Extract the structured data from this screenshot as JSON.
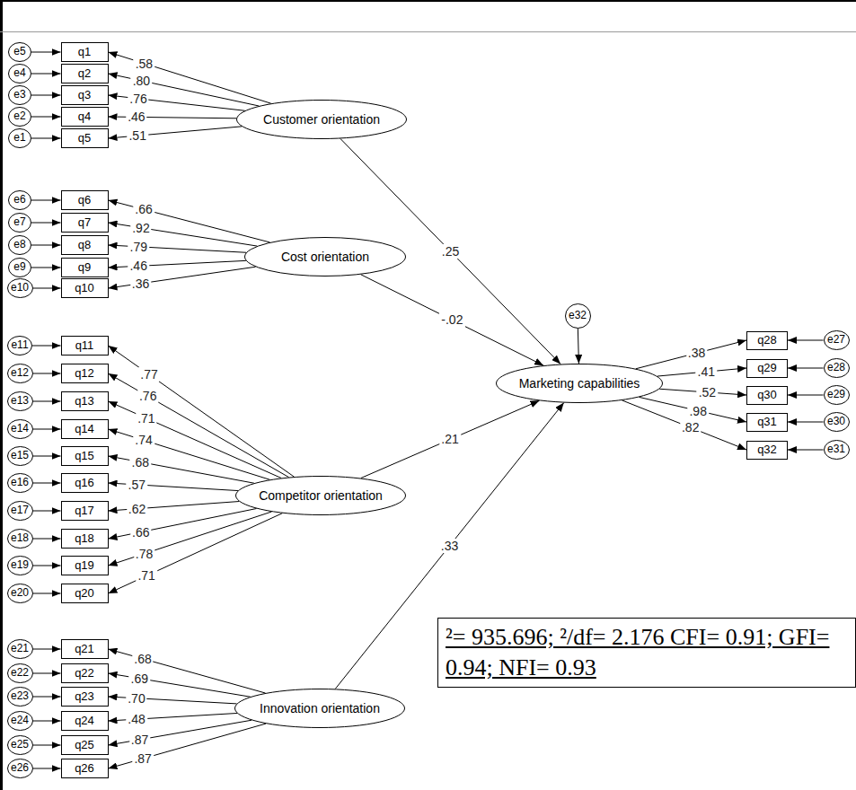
{
  "diagram": {
    "nodes": [
      {
        "text": [
          "q1"
        ]
      },
      {
        "text": [
          "q2"
        ]
      },
      {
        "text": [
          "q3"
        ]
      },
      {
        "text": [
          "q4"
        ]
      },
      {
        "text": [
          "q5"
        ]
      },
      {
        "text": [
          "q6"
        ]
      },
      {
        "text": [
          "q7"
        ]
      },
      {
        "text": [
          "q8"
        ]
      },
      {
        "text": [
          "q9"
        ]
      },
      {
        "text": [
          "q10"
        ]
      },
      {
        "text": [
          "q11"
        ]
      },
      {
        "text": [
          "q12"
        ]
      },
      {
        "text": [
          "q13"
        ]
      },
      {
        "text": [
          "q14"
        ]
      },
      {
        "text": [
          "q15"
        ]
      },
      {
        "text": [
          "q16"
        ]
      },
      {
        "text": [
          "q17"
        ]
      },
      {
        "text": [
          "q18"
        ]
      },
      {
        "text": [
          "q19"
        ]
      },
      {
        "text": [
          "q20"
        ]
      },
      {
        "text": [
          "q21"
        ]
      },
      {
        "text": [
          "q22"
        ]
      },
      {
        "text": [
          "q23"
        ]
      },
      {
        "text": [
          "q24"
        ]
      },
      {
        "text": [
          "q25"
        ]
      },
      {
        "text": [
          "q26"
        ]
      },
      {
        "text": [
          "e5"
        ]
      },
      {
        "text": [
          "e4"
        ]
      },
      {
        "text": [
          "e3"
        ]
      },
      {
        "text": [
          "e2"
        ]
      },
      {
        "text": [
          "e1"
        ]
      },
      {
        "text": [
          "e6"
        ]
      },
      {
        "text": [
          "e7"
        ]
      },
      {
        "text": [
          "e8"
        ]
      },
      {
        "text": [
          "e9"
        ]
      },
      {
        "text": [
          "e10"
        ]
      },
      {
        "text": [
          "e11"
        ]
      },
      {
        "text": [
          "e12"
        ]
      },
      {
        "text": [
          "e13"
        ]
      },
      {
        "text": [
          "e14"
        ]
      },
      {
        "text": [
          "e15"
        ]
      },
      {
        "text": [
          "e16"
        ]
      },
      {
        "text": [
          "e17"
        ]
      },
      {
        "text": [
          "e18"
        ]
      },
      {
        "text": [
          "e19"
        ]
      },
      {
        "text": [
          "e20"
        ]
      },
      {
        "text": [
          "e21"
        ]
      },
      {
        "text": [
          "e22"
        ]
      },
      {
        "text": [
          "e23"
        ]
      },
      {
        "text": [
          "e24"
        ]
      },
      {
        "text": [
          "e25"
        ]
      },
      {
        "text": [
          "e26"
        ]
      },
      {
        "text": [
          "Customer orientation"
        ]
      },
      {
        "text": [
          "Cost orientation"
        ]
      },
      {
        "text": [
          "Competitor orientation"
        ]
      },
      {
        "text": [
          "Innovation orientation"
        ]
      },
      {
        "text": [
          "e32"
        ]
      },
      {
        "text": [
          "Marketing capabilities"
        ]
      },
      {
        "text": [
          "q28"
        ]
      },
      {
        "text": [
          "q29"
        ]
      },
      {
        "text": [
          "q30"
        ]
      },
      {
        "text": [
          "q31"
        ]
      },
      {
        "text": [
          "q32"
        ]
      },
      {
        "text": [
          "e27"
        ]
      },
      {
        "text": [
          "e28"
        ]
      },
      {
        "text": [
          "e29"
        ]
      },
      {
        "text": [
          "e30"
        ]
      },
      {
        "text": [
          "e31"
        ]
      },
      {
        "text": [
          "²= 935.696; ²/df= 2.176 CFI= 0.91; GFI= 0.94; NFI= 0.93"
        ]
      }
    ],
    "edges": [
      {
        "from": 26,
        "to": 0,
        "arrow": "to"
      },
      {
        "from": 27,
        "to": 1,
        "arrow": "to"
      },
      {
        "from": 28,
        "to": 2,
        "arrow": "to"
      },
      {
        "from": 29,
        "to": 3,
        "arrow": "to"
      },
      {
        "from": 30,
        "to": 4,
        "arrow": "to"
      },
      {
        "from": 31,
        "to": 5,
        "arrow": "to"
      },
      {
        "from": 32,
        "to": 6,
        "arrow": "to"
      },
      {
        "from": 33,
        "to": 7,
        "arrow": "to"
      },
      {
        "from": 34,
        "to": 8,
        "arrow": "to"
      },
      {
        "from": 35,
        "to": 9,
        "arrow": "to"
      },
      {
        "from": 36,
        "to": 10,
        "arrow": "to"
      },
      {
        "from": 37,
        "to": 11,
        "arrow": "to"
      },
      {
        "from": 38,
        "to": 12,
        "arrow": "to"
      },
      {
        "from": 39,
        "to": 13,
        "arrow": "to"
      },
      {
        "from": 40,
        "to": 14,
        "arrow": "to"
      },
      {
        "from": 41,
        "to": 15,
        "arrow": "to"
      },
      {
        "from": 42,
        "to": 16,
        "arrow": "to"
      },
      {
        "from": 43,
        "to": 17,
        "arrow": "to"
      },
      {
        "from": 44,
        "to": 18,
        "arrow": "to"
      },
      {
        "from": 45,
        "to": 19,
        "arrow": "to"
      },
      {
        "from": 46,
        "to": 20,
        "arrow": "to"
      },
      {
        "from": 47,
        "to": 21,
        "arrow": "to"
      },
      {
        "from": 48,
        "to": 22,
        "arrow": "to"
      },
      {
        "from": 49,
        "to": 23,
        "arrow": "to"
      },
      {
        "from": 50,
        "to": 24,
        "arrow": "to"
      },
      {
        "from": 51,
        "to": 25,
        "arrow": "to"
      },
      {
        "from": 52,
        "to": 0,
        "arrow": "to",
        "label": ".58"
      },
      {
        "from": 52,
        "to": 1,
        "arrow": "to",
        "label": ".80"
      },
      {
        "from": 52,
        "to": 2,
        "arrow": "to",
        "label": ".76"
      },
      {
        "from": 52,
        "to": 3,
        "arrow": "to",
        "label": ".46"
      },
      {
        "from": 52,
        "to": 4,
        "arrow": "to",
        "label": ".51"
      },
      {
        "from": 53,
        "to": 5,
        "arrow": "to",
        "label": ".66"
      },
      {
        "from": 53,
        "to": 6,
        "arrow": "to",
        "label": ".92"
      },
      {
        "from": 53,
        "to": 7,
        "arrow": "to",
        "label": ".79"
      },
      {
        "from": 53,
        "to": 8,
        "arrow": "to",
        "label": ".46"
      },
      {
        "from": 53,
        "to": 9,
        "arrow": "to",
        "label": ".36"
      },
      {
        "from": 54,
        "to": 10,
        "arrow": "to",
        "label": ".77"
      },
      {
        "from": 54,
        "to": 11,
        "arrow": "to",
        "label": ".76"
      },
      {
        "from": 54,
        "to": 12,
        "arrow": "to",
        "label": ".71"
      },
      {
        "from": 54,
        "to": 13,
        "arrow": "to",
        "label": ".74"
      },
      {
        "from": 54,
        "to": 14,
        "arrow": "to",
        "label": ".68"
      },
      {
        "from": 54,
        "to": 15,
        "arrow": "to",
        "label": ".57"
      },
      {
        "from": 54,
        "to": 16,
        "arrow": "to",
        "label": ".62"
      },
      {
        "from": 54,
        "to": 17,
        "arrow": "to",
        "label": ".66"
      },
      {
        "from": 54,
        "to": 18,
        "arrow": "to",
        "label": ".78"
      },
      {
        "from": 54,
        "to": 19,
        "arrow": "to",
        "label": ".71"
      },
      {
        "from": 55,
        "to": 20,
        "arrow": "to",
        "label": ".68"
      },
      {
        "from": 55,
        "to": 21,
        "arrow": "to",
        "label": ".69"
      },
      {
        "from": 55,
        "to": 22,
        "arrow": "to",
        "label": ".70"
      },
      {
        "from": 55,
        "to": 23,
        "arrow": "to",
        "label": ".48"
      },
      {
        "from": 55,
        "to": 24,
        "arrow": "to",
        "label": ".87"
      },
      {
        "from": 55,
        "to": 25,
        "arrow": "to",
        "label": ".87"
      },
      {
        "from": 52,
        "to": 57,
        "arrow": "to",
        "label": ".25"
      },
      {
        "from": 53,
        "to": 57,
        "arrow": "to",
        "label": "-.02"
      },
      {
        "from": 54,
        "to": 57,
        "arrow": "to",
        "label": ".21"
      },
      {
        "from": 55,
        "to": 57,
        "arrow": "to",
        "label": ".33"
      },
      {
        "from": 56,
        "to": 57,
        "arrow": "to"
      },
      {
        "from": 57,
        "to": 58,
        "arrow": "to",
        "label": ".38"
      },
      {
        "from": 57,
        "to": 59,
        "arrow": "to",
        "label": ".41"
      },
      {
        "from": 57,
        "to": 60,
        "arrow": "to",
        "label": ".52"
      },
      {
        "from": 57,
        "to": 61,
        "arrow": "to",
        "label": ".98"
      },
      {
        "from": 57,
        "to": 62,
        "arrow": "to",
        "label": ".82"
      },
      {
        "from": 63,
        "to": 58,
        "arrow": "to"
      },
      {
        "from": 64,
        "to": 59,
        "arrow": "to"
      },
      {
        "from": 65,
        "to": 60,
        "arrow": "to"
      },
      {
        "from": 66,
        "to": 61,
        "arrow": "to"
      },
      {
        "from": 67,
        "to": 62,
        "arrow": "to"
      }
    ]
  }
}
